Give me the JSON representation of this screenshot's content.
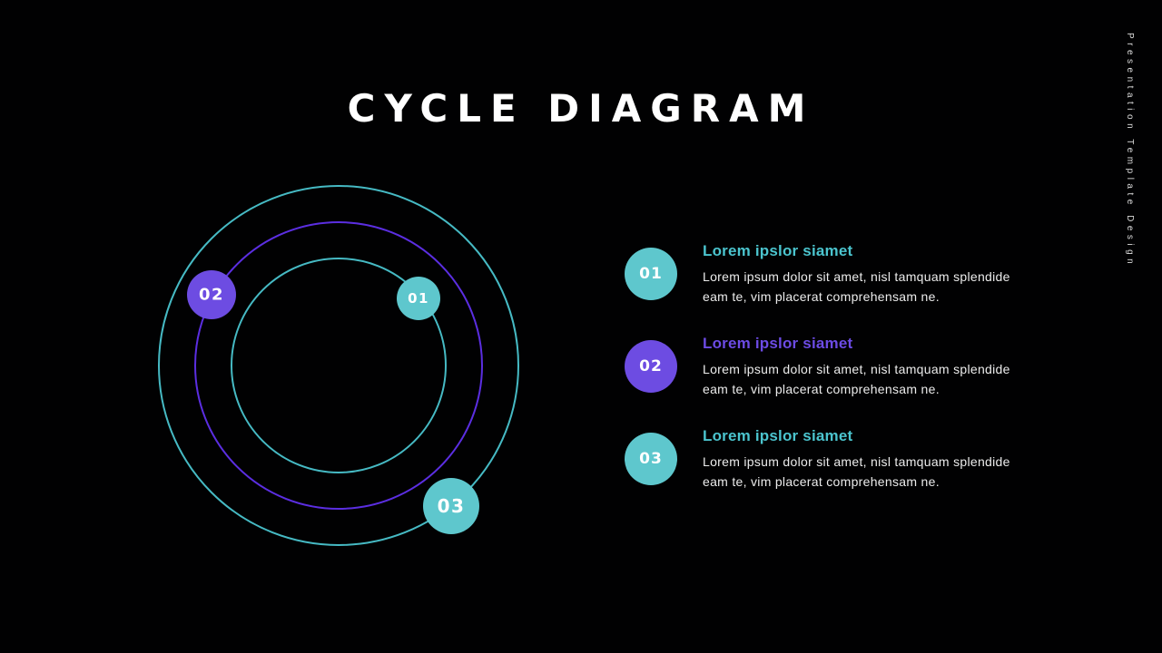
{
  "slide": {
    "title": "CYCLE DIAGRAM",
    "vertical_tagline": "Presentation Template Design",
    "colors": {
      "background": "#010102",
      "teal": "#5EC7CD",
      "purple": "#6D4CE2",
      "ring_teal": "#46BAC4",
      "ring_purple": "#5B2EE1",
      "heading_teal": "#4BC4CE",
      "heading_purple": "#6C4BE4",
      "body_text": "#ECECEC",
      "badge_number": "#FFFFFF"
    }
  },
  "diagram": {
    "badges": [
      {
        "label": "02",
        "accent": "purple"
      },
      {
        "label": "01",
        "accent": "teal"
      },
      {
        "label": "03",
        "accent": "teal"
      }
    ]
  },
  "items": [
    {
      "number": "01",
      "accent": "teal",
      "title": "Lorem ipslor siamet",
      "body": [
        "Lorem ipsum dolor sit amet, nisl tamquam splendide",
        "eam te, vim placerat comprehensam ne."
      ]
    },
    {
      "number": "02",
      "accent": "purple",
      "title": "Lorem ipslor siamet",
      "body": [
        "Lorem ipsum dolor sit amet, nisl tamquam splendide",
        "eam te, vim placerat comprehensam ne."
      ]
    },
    {
      "number": "03",
      "accent": "teal",
      "title": "Lorem ipslor siamet",
      "body": [
        "Lorem ipsum dolor sit amet, nisl tamquam splendide",
        "eam te, vim placerat comprehensam ne."
      ]
    }
  ]
}
